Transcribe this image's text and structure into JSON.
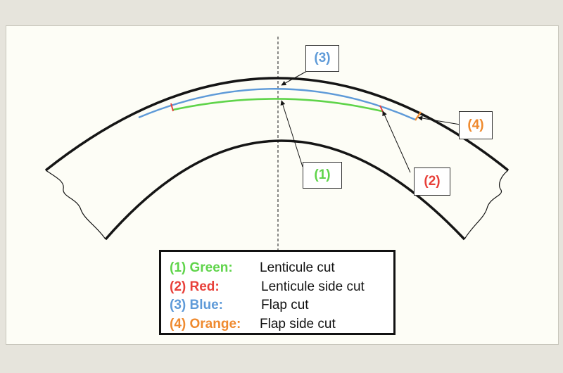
{
  "colors": {
    "green": "#5fd44a",
    "red": "#e8403a",
    "blue": "#5e9ad8",
    "orange": "#ef8a2f",
    "outline": "#151515"
  },
  "callouts": [
    {
      "id": "green",
      "label": "(1)"
    },
    {
      "id": "red",
      "label": "(2)"
    },
    {
      "id": "blue",
      "label": "(3)"
    },
    {
      "id": "orange",
      "label": "(4)"
    }
  ],
  "legend": [
    {
      "key": "(1) Green:",
      "desc": "Lenticule cut"
    },
    {
      "key": "(2) Red:",
      "desc": "Lenticule side cut"
    },
    {
      "key": "(3) Blue:",
      "desc": "Flap cut"
    },
    {
      "key": "(4) Orange:",
      "desc": "Flap side cut"
    }
  ]
}
